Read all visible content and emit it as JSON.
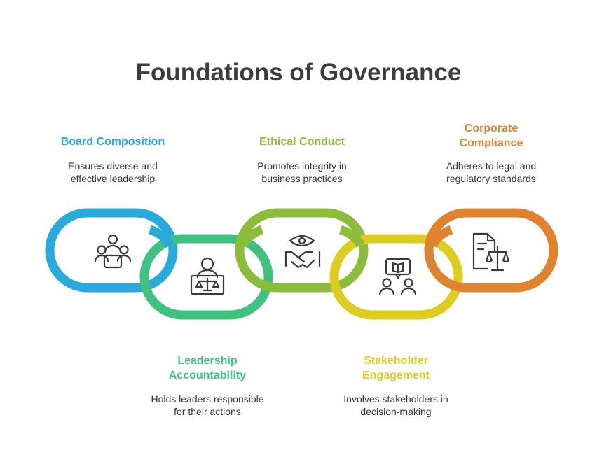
{
  "title": "Foundations of Governance",
  "colors": {
    "blue": "#29a9dc",
    "green": "#3fc27f",
    "lime": "#8cbc3c",
    "yellow": "#dccd20",
    "orange": "#e0832e",
    "icon": "#3a3a3a",
    "title": "#3d3d3d"
  },
  "steps": [
    {
      "label": [
        "Board Composition"
      ],
      "desc": [
        "Ensures diverse and",
        "effective leadership"
      ],
      "color": "#29a9dc",
      "icon": "meeting-table-icon"
    },
    {
      "label": [
        "Leadership",
        "Accountability"
      ],
      "desc": [
        "Holds leaders responsible",
        "for their actions"
      ],
      "color": "#3fc27f",
      "icon": "judge-podium-icon"
    },
    {
      "label": [
        "Ethical Conduct"
      ],
      "desc": [
        "Promotes integrity in",
        "business practices"
      ],
      "color": "#8cbc3c",
      "icon": "eye-handshake-icon"
    },
    {
      "label": [
        "Stakeholder",
        "Engagement"
      ],
      "desc": [
        "Involves stakeholders in",
        "decision-making"
      ],
      "color": "#dccd20",
      "icon": "discussion-icon"
    },
    {
      "label": [
        "Corporate",
        "Compliance"
      ],
      "desc": [
        "Adheres to legal and",
        "regulatory standards"
      ],
      "color": "#e0832e",
      "icon": "legal-document-icon"
    }
  ]
}
